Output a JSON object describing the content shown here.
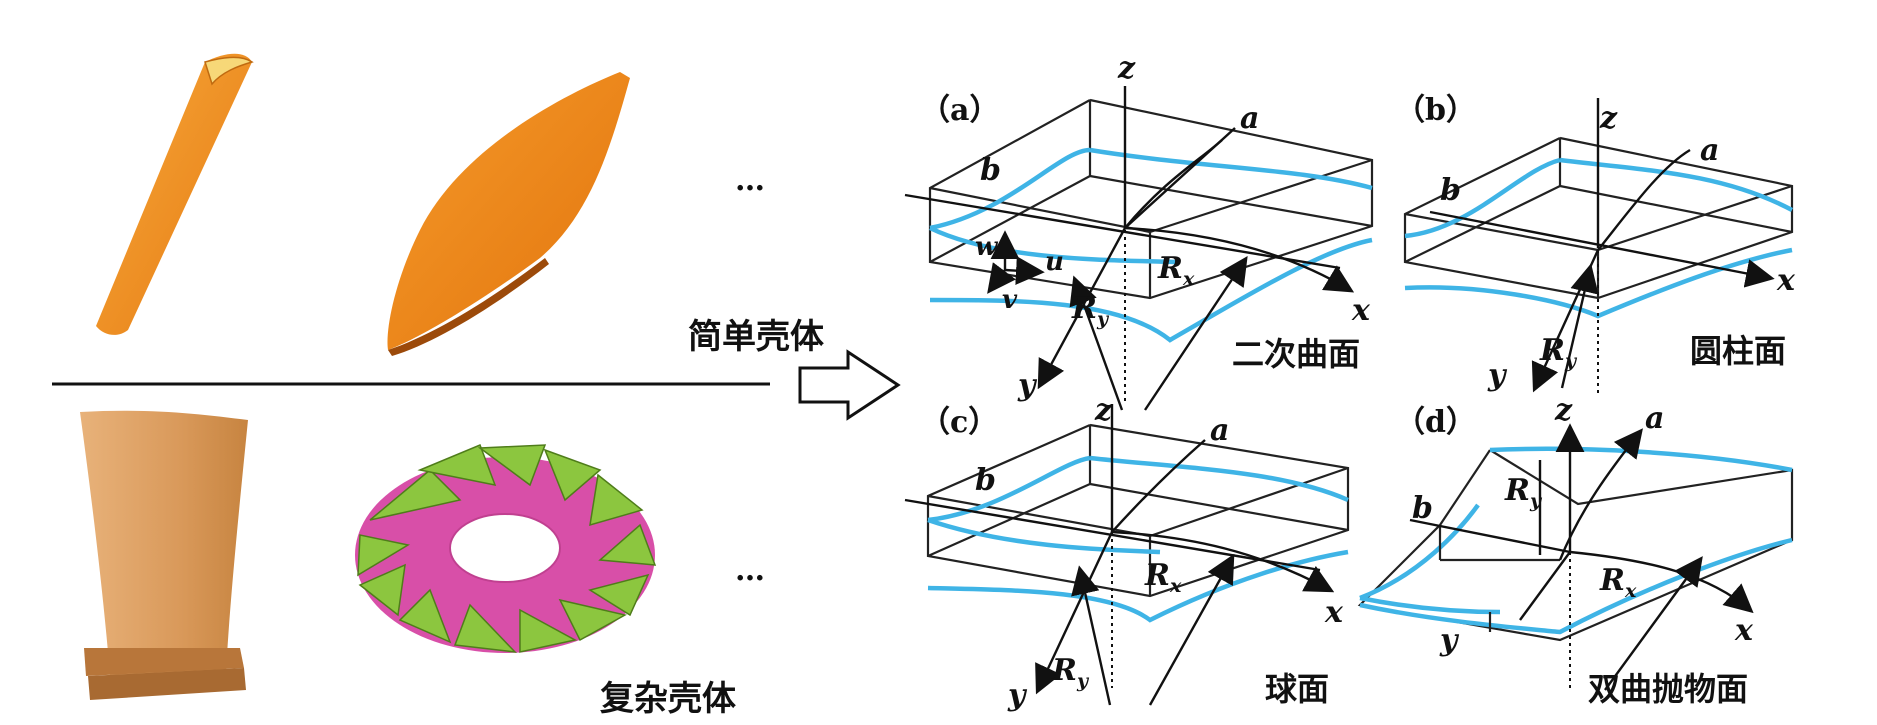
{
  "left": {
    "simple_label": "简单壳体",
    "complex_label": "复杂壳体",
    "ellipsis_top": "…",
    "ellipsis_bottom": "…"
  },
  "panels": [
    {
      "id": "a",
      "tag": "（a）",
      "surface": "二次曲面",
      "labels": {
        "z": "z",
        "a": "a",
        "b": "b",
        "x": "x",
        "y": "y",
        "Rx": "R",
        "Rx_sub": "x",
        "Ry": "R",
        "Ry_sub": "y",
        "w": "w",
        "u": "u",
        "v": "v"
      }
    },
    {
      "id": "b",
      "tag": "（b）",
      "surface": "圆柱面",
      "labels": {
        "z": "z",
        "a": "a",
        "b": "b",
        "x": "x",
        "y": "y",
        "Ry": "R",
        "Ry_sub": "y"
      }
    },
    {
      "id": "c",
      "tag": "（c）",
      "surface": "球面",
      "labels": {
        "z": "z",
        "a": "a",
        "b": "b",
        "x": "x",
        "y": "y",
        "Rx": "R",
        "Rx_sub": "x",
        "Ry": "R",
        "Ry_sub": "y"
      }
    },
    {
      "id": "d",
      "tag": "（d）",
      "surface": "双曲抛物面",
      "labels": {
        "z": "z",
        "a": "a",
        "b": "b",
        "x": "x",
        "y": "y",
        "Rx": "R",
        "Rx_sub": "x",
        "Ry": "R",
        "Ry_sub": "y"
      }
    }
  ],
  "colors": {
    "shell_orange": "#f08a1e",
    "blade_tan": "#e0a060",
    "impeller_green": "#8cc63f",
    "impeller_pink": "#e05fb4",
    "surface_blue": "#3fb4e6"
  }
}
